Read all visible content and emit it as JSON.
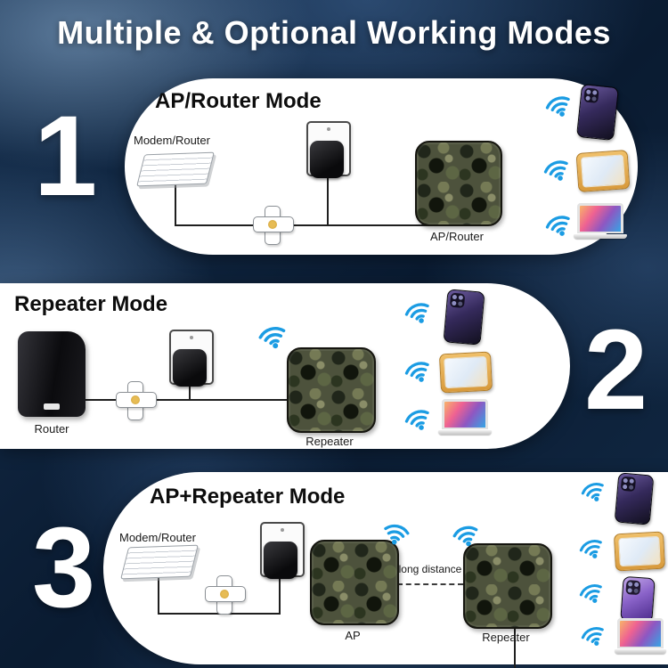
{
  "title": "Multiple & Optional Working Modes",
  "modes": [
    {
      "number": "1",
      "heading": "AP/Router Mode",
      "source_label": "Modem/Router",
      "device_label": "AP/Router"
    },
    {
      "number": "2",
      "heading": "Repeater Mode",
      "source_label": "Router",
      "device_label": "Repeater"
    },
    {
      "number": "3",
      "heading": "AP+Repeater Mode",
      "source_label": "Modem/Router",
      "ap_label": "AP",
      "repeater_label": "Repeater",
      "distance_label": "long distance"
    }
  ],
  "icons": {
    "wifi": "wifi-signal-arcs",
    "phone": "smartphone-back",
    "tablet": "gold-tablet",
    "laptop": "laptop"
  },
  "colors": {
    "wifi_blue": "#1b9ce3",
    "panel_white": "#ffffff",
    "background_navy": "#0b1d33",
    "camo_base": "#4d523c"
  }
}
